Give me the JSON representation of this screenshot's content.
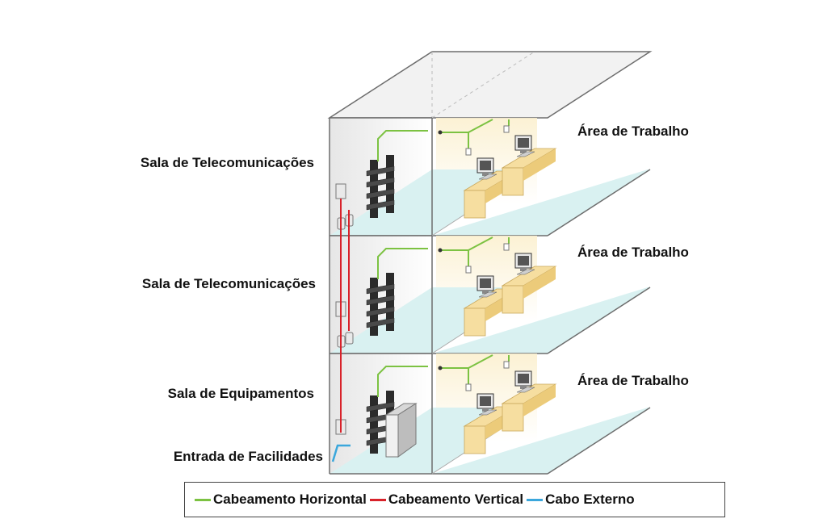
{
  "rooms": {
    "floor3": "Sala de Telecomunicações",
    "floor2": "Sala de Telecomunicações",
    "floor1": "Sala de Equipamentos",
    "entrance": "Entrada de Facilidades"
  },
  "work_areas": {
    "floor3": "Área de Trabalho",
    "floor2": "Área de Trabalho",
    "floor1": "Área de Trabalho"
  },
  "legend": {
    "items": [
      {
        "label": "Cabeamento Horizontal",
        "color": "#7cc242"
      },
      {
        "label": "Cabeamento Vertical",
        "color": "#d8222a"
      },
      {
        "label": "Cabo Externo",
        "color": "#3ba7dc"
      }
    ]
  },
  "colors": {
    "horizontal": "#7cc242",
    "vertical": "#d8222a",
    "external": "#3ba7dc",
    "floor": "#d9f1f1",
    "outline": "#6d6d6d",
    "desk": "#f6dea0"
  }
}
